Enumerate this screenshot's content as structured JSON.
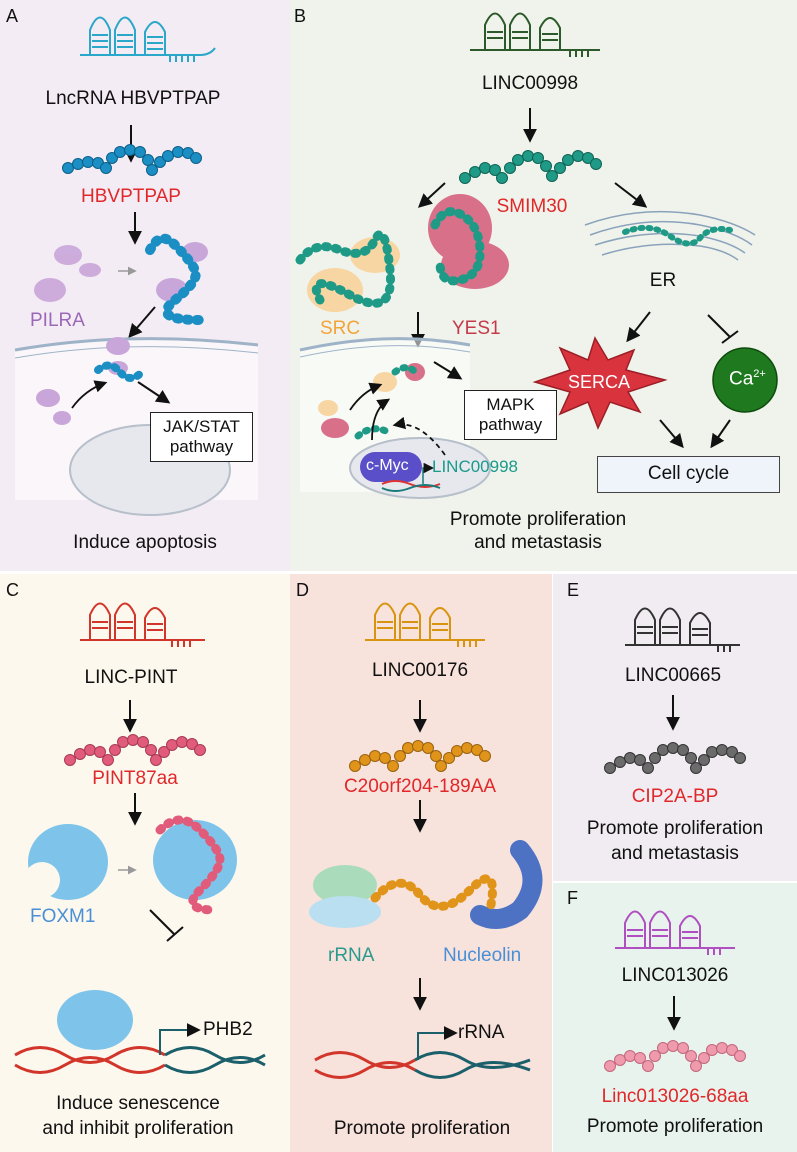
{
  "colors": {
    "panel_a": "#f4ecf4",
    "panel_b": "#eff3eb",
    "panel_c": "#fcf8ee",
    "panel_d": "#f7e2dc",
    "panel_e": "#f1ebf2",
    "panel_f": "#e8f3ee",
    "highlight_red": "#e0282a"
  },
  "panel_a": {
    "label": "A",
    "lncrna": "LncRNA HBVPTPAP",
    "peptide": "HBVPTPAP",
    "receptor": "PILRA",
    "pathway_line1": "JAK/STAT",
    "pathway_line2": "pathway",
    "outcome": "Induce apoptosis"
  },
  "panel_b": {
    "label": "B",
    "lncrna": "LINC00998",
    "peptide": "SMIM30",
    "src": "SRC",
    "yes1": "YES1",
    "er": "ER",
    "mapk_line1": "MAPK",
    "mapk_line2": "pathway",
    "cmyc": "c-Myc",
    "linc_gene": "LINC00998",
    "serca": "SERCA",
    "ca": "Ca",
    "ca_sup": "2+",
    "cell_cycle": "Cell cycle",
    "outcome_line1": "Promote proliferation",
    "outcome_line2": "and metastasis"
  },
  "panel_c": {
    "label": "C",
    "lncrna": "LINC-PINT",
    "peptide": "PINT87aa",
    "protein": "FOXM1",
    "gene": "PHB2",
    "outcome_line1": "Induce senescence",
    "outcome_line2": "and inhibit proliferation"
  },
  "panel_d": {
    "label": "D",
    "lncrna": "LINC00176",
    "peptide": "C20orf204-189AA",
    "rrna": "rRNA",
    "nucleolin": "Nucleolin",
    "gene": "rRNA",
    "outcome": "Promote proliferation"
  },
  "panel_e": {
    "label": "E",
    "lncrna": "LINC00665",
    "peptide": "CIP2A-BP",
    "outcome_line1": "Promote proliferation",
    "outcome_line2": "and metastasis"
  },
  "panel_f": {
    "label": "F",
    "lncrna": "LINC013026",
    "peptide": "Linc013026-68aa",
    "outcome": "Promote proliferation"
  }
}
